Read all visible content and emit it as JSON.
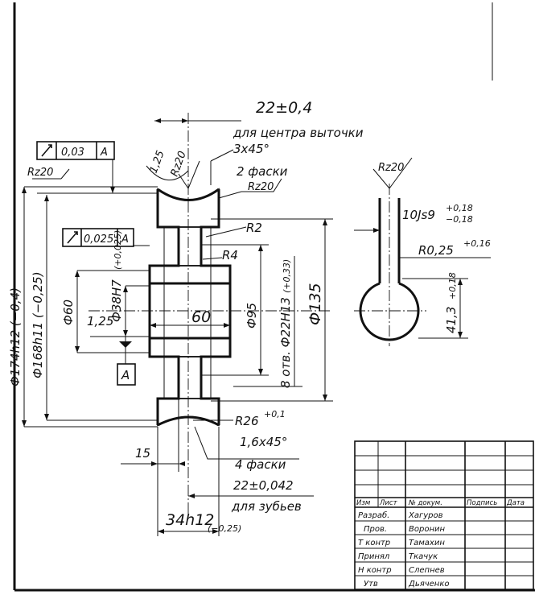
{
  "dimensions": {
    "length_main": "22±0,4",
    "undercut_note": "для центра выточки",
    "chamfer_top": "3x45°",
    "chamfer_top_count": "2 фаски",
    "tol_frame_value": "0,03",
    "tol_frame_datum": "A",
    "tol_frame2_value": "0,025",
    "tol_frame2_datum": "A",
    "datum_label": "A",
    "rough_top_left": "Rz20",
    "rough_rim": "Rz20",
    "rough_chamfer": "Rz20",
    "rough_keyway": "Rz20",
    "chamfer_small": "1,25",
    "chamfer_hub": "1,25",
    "radius_r2": "R2",
    "radius_r4": "R4",
    "dia_174": "Ф174h12 (−0,4)",
    "dia_168": "Ф168h11 (−0,25)",
    "dia_60": "Ф60",
    "dia_38": "Ф38H7",
    "dia_38_tol": "(+0,025)",
    "width_60": "60",
    "dia_95": "Ф95",
    "dia_22": "8 отв. Ф22H13",
    "dia_22_tol": "(+0,33)",
    "dia_135": "Ф135",
    "radius_r26": "R26",
    "radius_r26_tol": "+0,1",
    "chamfer_bottom": "1,6x45°",
    "chamfer_bottom_count": "4 фаски",
    "offset_15": "15",
    "length_teeth": "22±0,042",
    "teeth_note": "для зубьев",
    "width_34": "34h12",
    "width_34_tol": "(−0,25)",
    "keyway_width": "10Js9",
    "keyway_width_tol_upper": "+0,18",
    "keyway_width_tol_lower": "−0,18",
    "keyway_radius": "R0,25",
    "keyway_radius_tol": "+0,16",
    "keyway_depth": "41,3",
    "keyway_depth_tol": "+0,18"
  },
  "title_block": {
    "headers": [
      "Изм",
      "Лист",
      "№ докум.",
      "Подпись",
      "Дата"
    ],
    "rows": [
      {
        "role": "Разраб.",
        "name": "Хагуров"
      },
      {
        "role": "Пров.",
        "name": "Воронин"
      },
      {
        "role": "Т контр",
        "name": "Тамахин"
      },
      {
        "role": "Принял",
        "name": "Ткачук"
      },
      {
        "role": "Н контр",
        "name": "Слепнев"
      },
      {
        "role": "Утв",
        "name": "Дьяченко"
      }
    ]
  }
}
